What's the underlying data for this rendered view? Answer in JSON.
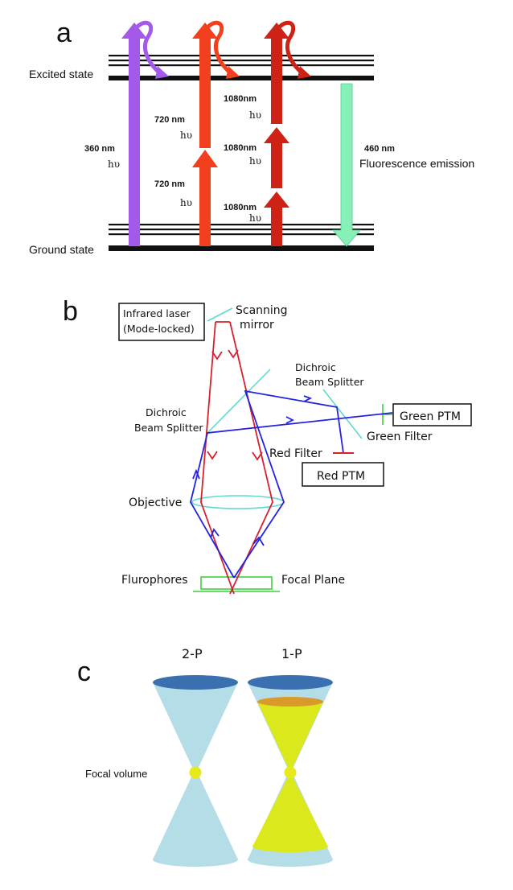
{
  "panel_a": {
    "letter": "a",
    "excited_state": "Excited state",
    "ground_state": "Ground state",
    "one_photon": {
      "wavelength": "360 nm",
      "photon": "hυ"
    },
    "two_photon": {
      "wavelength_upper": "720 nm",
      "photon_upper": "hυ",
      "wavelength_lower": "720 nm",
      "photon_lower": "hυ"
    },
    "three_photon": {
      "wavelength_1": "1080nm",
      "photon_1": "hυ",
      "wavelength_2": "1080nm",
      "photon_2": "hυ",
      "wavelength_3": "1080nm",
      "photon_3": "hυ"
    },
    "emission": {
      "wavelength": "460 nm",
      "label": "Fluorescence emission"
    },
    "colors": {
      "violet": "#a35ae8",
      "orange_red": "#f2401e",
      "dark_red": "#cf2216",
      "mint": "#86f0b8"
    }
  },
  "panel_b": {
    "letter": "b",
    "laser_line1": "Infrared laser",
    "laser_line2": "(Mode-locked)",
    "scanning_line1": "Scanning",
    "scanning_line2": "mirror",
    "dichroic_top_line1": "Dichroic",
    "dichroic_top_line2": "Beam Splitter",
    "dichroic_left_line1": "Dichroic",
    "dichroic_left_line2": "Beam Splitter",
    "green_ptm": "Green PTM",
    "green_filter": "Green Filter",
    "red_filter": "Red Filter",
    "red_ptm": "Red PTM",
    "objective": "Objective",
    "flurophores": "Flurophores",
    "focal_plane": "Focal Plane",
    "colors": {
      "excitation": "#d8202e",
      "emission": "#2323e0",
      "optics": "#5fd8d0",
      "filter": "#3fcf3f"
    }
  },
  "panel_c": {
    "letter": "c",
    "two_p": "2-P",
    "one_p": "1-P",
    "focal_volume": "Focal volume",
    "colors": {
      "cone": "#b5dde8",
      "cap": "#3a6fb0",
      "focus": "#e6ea1a",
      "orange": "#d99a2a"
    }
  }
}
